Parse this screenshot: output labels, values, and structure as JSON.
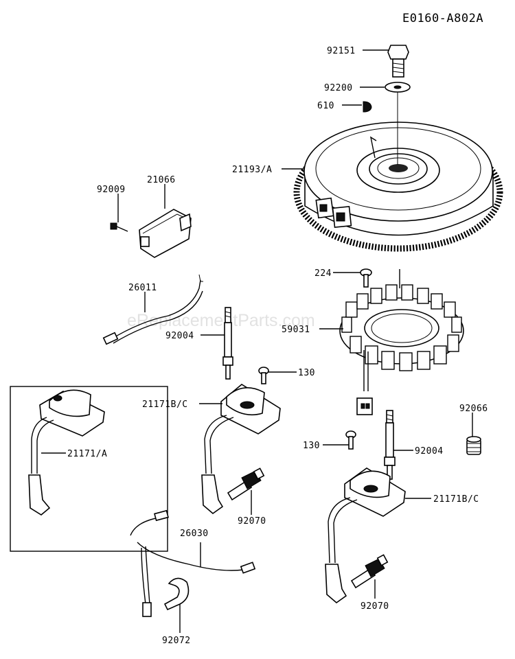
{
  "diagram_code": "E0160-A802A",
  "watermark": "eReplacementParts.com",
  "parts": {
    "bolt": "92151",
    "washer": "92200",
    "key": "610",
    "flywheel": "21193/A",
    "regulator": "21066",
    "regulator_screw": "92009",
    "lead_wire": "26011",
    "stud_left": "92004",
    "screw_224": "224",
    "stator": "59031",
    "screw_130_left": "130",
    "coil_left": "21171B/C",
    "cap_92066": "92066",
    "coil_inset": "21171/A",
    "screw_130_right": "130",
    "stud_right": "92004",
    "coil_right": "21171B/C",
    "plug_left": "92070",
    "harness": "26030",
    "plug_right": "92070",
    "clamp": "92072"
  }
}
